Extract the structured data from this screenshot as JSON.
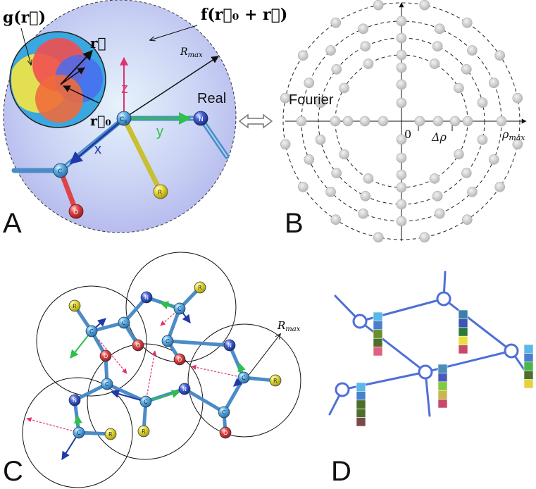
{
  "panels": {
    "a": "A",
    "b": "B",
    "c": "C",
    "d": "D"
  },
  "panel_a": {
    "g_label": "g(r⃗)",
    "f_label": "f(r⃗₀ + r⃗)",
    "r_vec": "r⃗",
    "r0_vec": "r⃗₀",
    "rmax": "R",
    "rmax_sub": "max",
    "real": "Real",
    "axis_x": "x",
    "axis_y": "y",
    "axis_z": "z",
    "atom_ca": "C",
    "atom_ca_sub": "α",
    "atom_n": "N",
    "atom_c": "C",
    "atom_r": "R",
    "atom_o": "O"
  },
  "panel_b": {
    "fourier": "Fourier",
    "zero": "0",
    "delta_rho": "Δρ",
    "rho_max": "ρ",
    "rho_max_sub": "max"
  },
  "panel_c": {
    "rmax": "R",
    "rmax_sub": "max"
  },
  "colors": {
    "sphere_fill": "#c5cbf2",
    "x_axis": "#1f3aa8",
    "y_axis": "#2fbf4a",
    "z_axis": "#e0336e",
    "graph_blue": "#4f6fd8",
    "atom_c": "#5aa9e6",
    "atom_n": "#3556d0",
    "atom_o": "#e04848",
    "atom_r": "#e8d832",
    "fourier_point": "#c8c8c8"
  },
  "feature_bars": [
    [
      "#5cb8e8",
      "#4a7fc9",
      "#6a8f2a",
      "#4e6f2b",
      "#e06080"
    ],
    [
      "#3d7fa8",
      "#3c56b8",
      "#2d7a3a",
      "#e8e040",
      "#c84a6a"
    ],
    [
      "#4a8fb8",
      "#4a5ab8",
      "#82c840",
      "#c8b84a",
      "#c84a6a"
    ],
    [
      "#5cb8e8",
      "#4a7fc9",
      "#4ab848",
      "#4e6f2b",
      "#e8d040"
    ],
    [
      "#5cb8e8",
      "#4a7fc9",
      "#4e6f2b",
      "#4e6f2b",
      "#7a4a4a"
    ]
  ]
}
